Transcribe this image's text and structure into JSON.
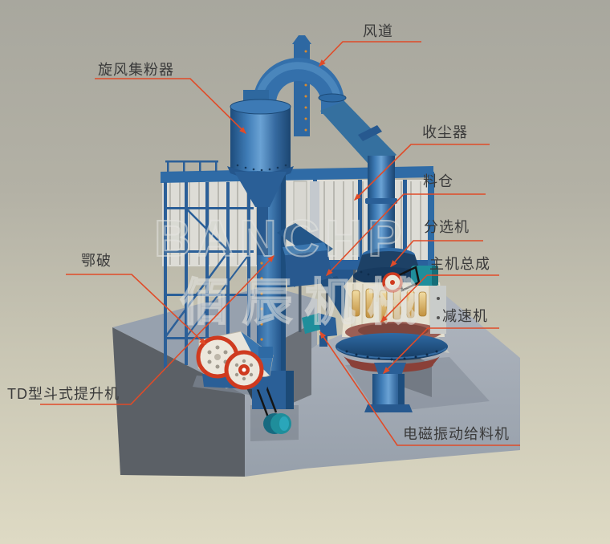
{
  "diagram": {
    "labels": {
      "air_duct": "风道",
      "cyclone_collector": "旋风集粉器",
      "dust_collector": "收尘器",
      "hopper": "料仓",
      "classifier": "分选机",
      "main_unit": "主机总成",
      "reducer": "减速机",
      "jaw_crusher": "鄂破",
      "bucket_elevator": "TD型斗式提升机",
      "vibrating_feeder": "电磁振动给料机"
    },
    "watermark": {
      "line1": "BANCHP",
      "line2": "佰辰机械"
    },
    "colors": {
      "leader_line": "#e04b28",
      "label_text": "#3a3a3a",
      "machine_blue": "#2e6aa4",
      "machine_blue_dark": "#1c4a77",
      "teal_accent": "#1f8e9b",
      "flywheel_red": "#cf3a1f",
      "roller_yellow": "#dcb66a",
      "platform_gray": "#9aa3b0",
      "bag_filter_white": "#dddcd6"
    }
  }
}
